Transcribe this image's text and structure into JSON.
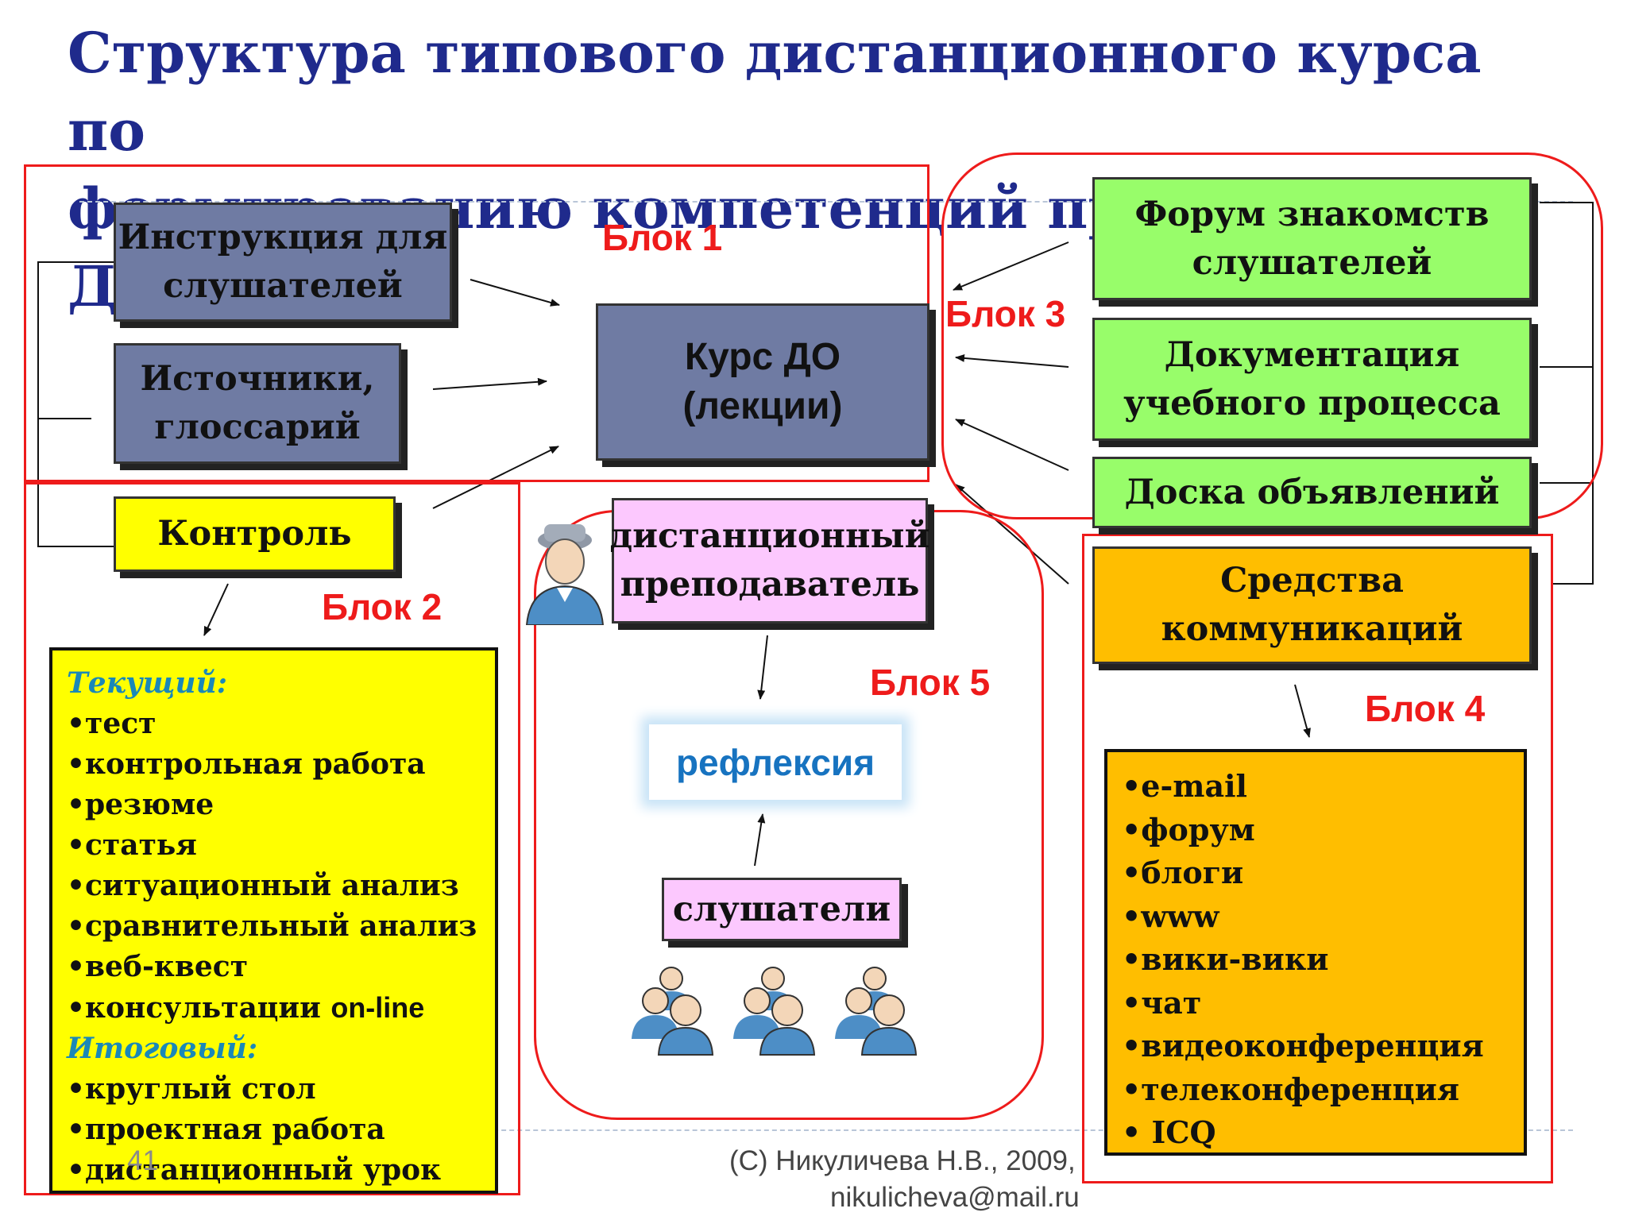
{
  "title": {
    "line1": "Структура типового дистанционного курса по",
    "line2": "формированию компетенций преподавателя ДО"
  },
  "blocks": {
    "b1": "Блок 1",
    "b2": "Блок 2",
    "b3": "Блок 3",
    "b4": "Блок 4",
    "b5": "Блок 5"
  },
  "left_boxes": {
    "instructions": [
      "Инструкция для",
      "слушателей"
    ],
    "sources": [
      "Источники,",
      "глоссарий"
    ],
    "control": "Контроль"
  },
  "center": {
    "course": [
      "Курс  ДО",
      "(лекции)"
    ],
    "teacher": [
      "дистанционный",
      "преподаватель"
    ],
    "reflection": "рефлексия",
    "listeners": "слушатели"
  },
  "right_boxes": {
    "forum": [
      "Форум знакомств",
      "слушателей"
    ],
    "docs": [
      "Документация",
      "учебного процесса"
    ],
    "board": "Доска объявлений",
    "comm": [
      "Средства",
      "коммуникаций"
    ]
  },
  "control_list": {
    "current_label": "Текущий:",
    "current": [
      "•тест",
      "•контрольная работа",
      "•резюме",
      "•статья",
      "•ситуационный анализ",
      "•сравнительный анализ",
      "•веб-квест",
      "•консультации "
    ],
    "online": "on-line",
    "final_label": "Итоговый:",
    "final": [
      "•круглый стол",
      "•проектная работа",
      "•дистанционный урок"
    ]
  },
  "comm_list": [
    "•e-mail",
    "•форум",
    "•блоги",
    "•www",
    "•вики-вики",
    "•чат",
    "•видеоконференция",
    "•телеконференция",
    "• ICQ"
  ],
  "footer": {
    "page": "41",
    "copyright": "(С) Никуличева Н.В., 2009,",
    "email": "nikulicheva@mail.ru"
  },
  "colors": {
    "title": "#1f2a8c",
    "block_label": "#ee1b1b",
    "slate": "#6f7ba3",
    "green": "#98fd6a",
    "yellow": "#ffff00",
    "orange": "#ffbe00",
    "pink": "#fcc8fe",
    "reflection": "#1773c0"
  }
}
